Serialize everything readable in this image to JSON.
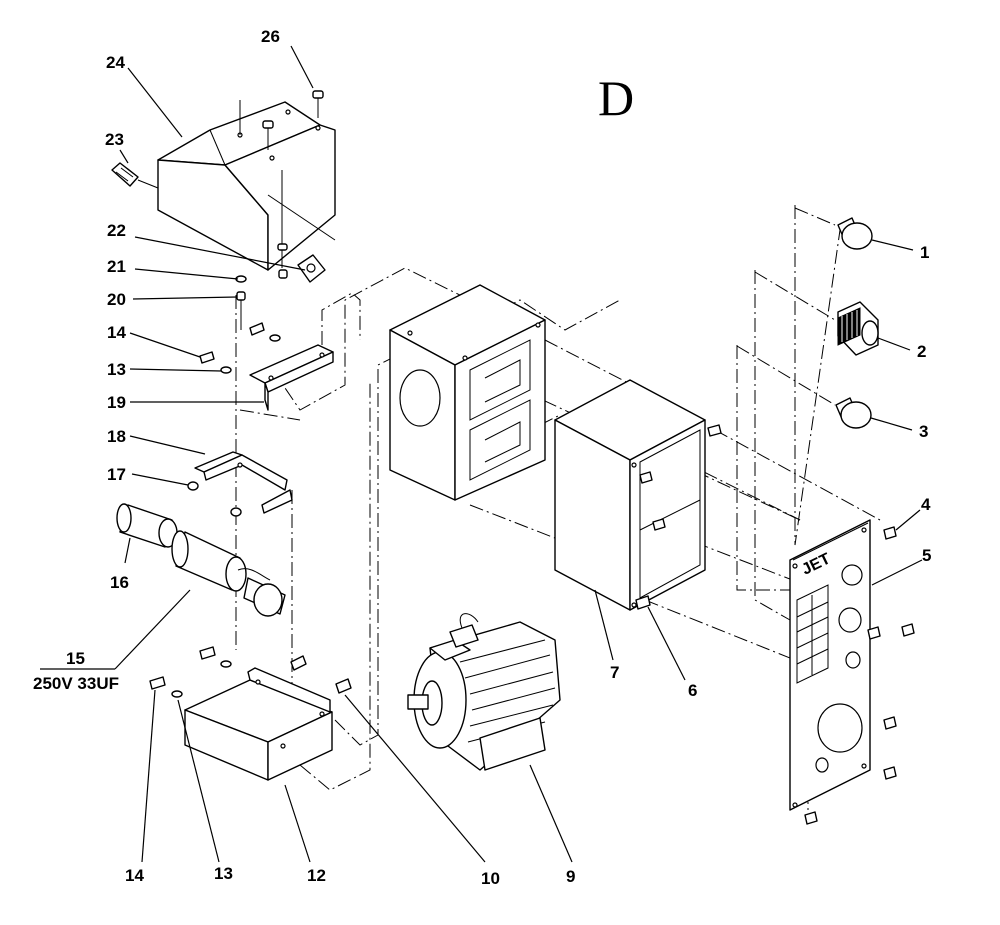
{
  "diagram": {
    "section_letter": "D",
    "brand_logo_text": "JET",
    "callouts": [
      {
        "id": "c1",
        "text": "1"
      },
      {
        "id": "c2",
        "text": "2"
      },
      {
        "id": "c3",
        "text": "3"
      },
      {
        "id": "c4",
        "text": "4"
      },
      {
        "id": "c5",
        "text": "5"
      },
      {
        "id": "c6",
        "text": "6"
      },
      {
        "id": "c7",
        "text": "7"
      },
      {
        "id": "c9",
        "text": "9"
      },
      {
        "id": "c10",
        "text": "10"
      },
      {
        "id": "c12",
        "text": "12"
      },
      {
        "id": "c13a",
        "text": "13"
      },
      {
        "id": "c13b",
        "text": "13"
      },
      {
        "id": "c14a",
        "text": "14"
      },
      {
        "id": "c14b",
        "text": "14"
      },
      {
        "id": "c15",
        "text": "15"
      },
      {
        "id": "c15spec",
        "text": "250V 33UF"
      },
      {
        "id": "c16",
        "text": "16"
      },
      {
        "id": "c17",
        "text": "17"
      },
      {
        "id": "c18",
        "text": "18"
      },
      {
        "id": "c19",
        "text": "19"
      },
      {
        "id": "c20",
        "text": "20"
      },
      {
        "id": "c21",
        "text": "21"
      },
      {
        "id": "c22",
        "text": "22"
      },
      {
        "id": "c23",
        "text": "23"
      },
      {
        "id": "c24",
        "text": "24"
      },
      {
        "id": "c26",
        "text": "26"
      }
    ]
  }
}
